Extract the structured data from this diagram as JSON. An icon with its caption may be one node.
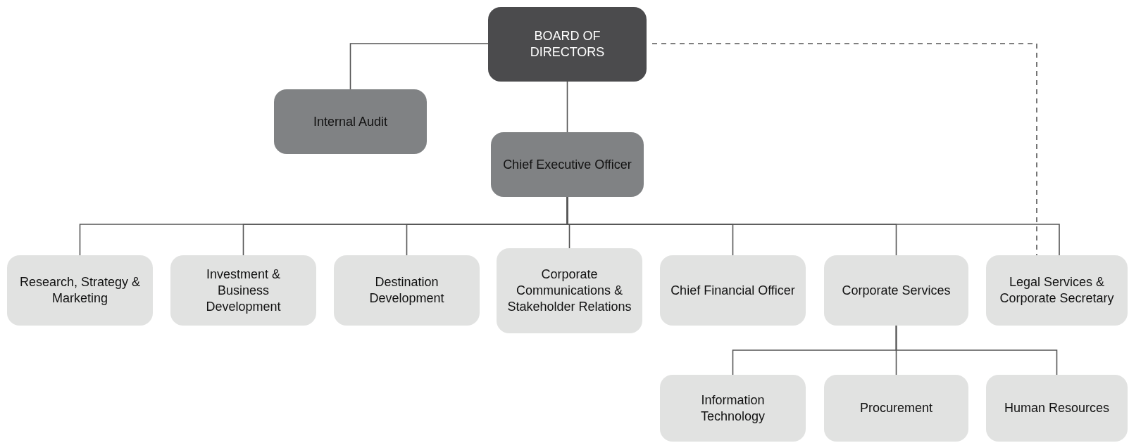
{
  "diagram": {
    "nodes": [
      {
        "text": [
          "BOARD OF DIRECTORS"
        ]
      },
      {
        "text": [
          "Internal Audit"
        ]
      },
      {
        "text": [
          "Chief Executive Officer"
        ]
      },
      {
        "text": [
          "Research, Strategy & Marketing"
        ]
      },
      {
        "text": [
          "Investment & Business Development"
        ]
      },
      {
        "text": [
          "Destination Development"
        ]
      },
      {
        "text": [
          "Corporate Communications & Stakeholder Relations"
        ]
      },
      {
        "text": [
          "Chief Financial Officer"
        ]
      },
      {
        "text": [
          "Corporate Services"
        ]
      },
      {
        "text": [
          "Legal Services & Corporate Secretary"
        ]
      },
      {
        "text": [
          "Information Technology"
        ]
      },
      {
        "text": [
          "Procurement"
        ]
      },
      {
        "text": [
          "Human Resources"
        ]
      }
    ],
    "edges": [
      {
        "from": 0,
        "to": 1,
        "arrow": "none"
      },
      {
        "from": 0,
        "to": 2,
        "arrow": "none"
      },
      {
        "from": 0,
        "to": 9,
        "arrow": "none",
        "style": "dashed"
      },
      {
        "from": 2,
        "to": 3,
        "arrow": "none"
      },
      {
        "from": 2,
        "to": 4,
        "arrow": "none"
      },
      {
        "from": 2,
        "to": 5,
        "arrow": "none"
      },
      {
        "from": 2,
        "to": 6,
        "arrow": "none"
      },
      {
        "from": 2,
        "to": 7,
        "arrow": "none"
      },
      {
        "from": 2,
        "to": 8,
        "arrow": "none"
      },
      {
        "from": 2,
        "to": 9,
        "arrow": "none"
      },
      {
        "from": 8,
        "to": 10,
        "arrow": "none"
      },
      {
        "from": 8,
        "to": 11,
        "arrow": "none"
      },
      {
        "from": 8,
        "to": 12,
        "arrow": "none"
      }
    ]
  }
}
